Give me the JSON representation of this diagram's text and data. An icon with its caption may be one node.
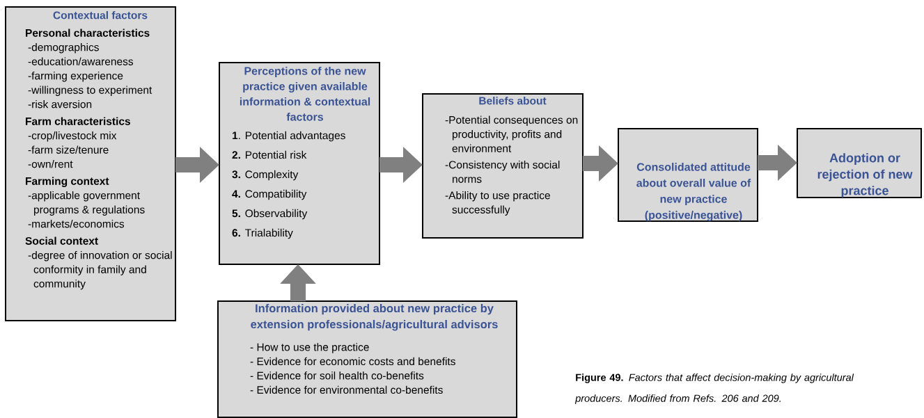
{
  "diagram": {
    "caption": "**Figure 49.** *Factors that affect decision-making by agricultural producers.  Modified from Refs. 206 and 209.*",
    "nodes": [
      {
        "text": [
          "Contextual factors",
          "Personal characteristics",
          "-demographics",
          "-education/awareness",
          "-farming experience",
          "-willingness to experiment",
          "-risk aversion",
          "Farm characteristics",
          "-crop/livestock mix",
          "-farm size/tenure",
          "-own/rent",
          "Farming context",
          "-applicable government programs & regulations",
          "-markets/economics",
          "Social context",
          "-degree of innovation or social conformity in family and community"
        ]
      },
      {
        "text": [
          "Perceptions of the new practice given available information & contextual factors",
          "**1**. Potential advantages",
          "**2.** Potential risk",
          "**3.** Complexity",
          "**4.** Compatibility",
          "**5.** Observability",
          "**6.** Trialability"
        ]
      },
      {
        "text": [
          "Beliefs about",
          "-Potential consequences on productivity, profits and environment",
          "-Consistency with social norms",
          "-Ability to use practice successfully"
        ]
      },
      {
        "text": [
          "Consolidated attitude about overall value of new practice (positive/negative)"
        ]
      },
      {
        "text": [
          "Adoption or rejection of new practice"
        ]
      },
      {
        "text": [
          "Information provided about new practice by extension professionals/agricultural advisors",
          "- How to use the practice",
          "- Evidence for economic costs and benefits",
          "- Evidence for soil health co-benefits",
          "- Evidence for environmental co-benefits"
        ]
      }
    ],
    "edges": [
      {
        "from": 0,
        "to": 1,
        "arrow": "to"
      },
      {
        "from": 1,
        "to": 2,
        "arrow": "to"
      },
      {
        "from": 2,
        "to": 3,
        "arrow": "to"
      },
      {
        "from": 3,
        "to": 4,
        "arrow": "to"
      },
      {
        "from": 5,
        "to": 1,
        "arrow": "to"
      }
    ]
  }
}
